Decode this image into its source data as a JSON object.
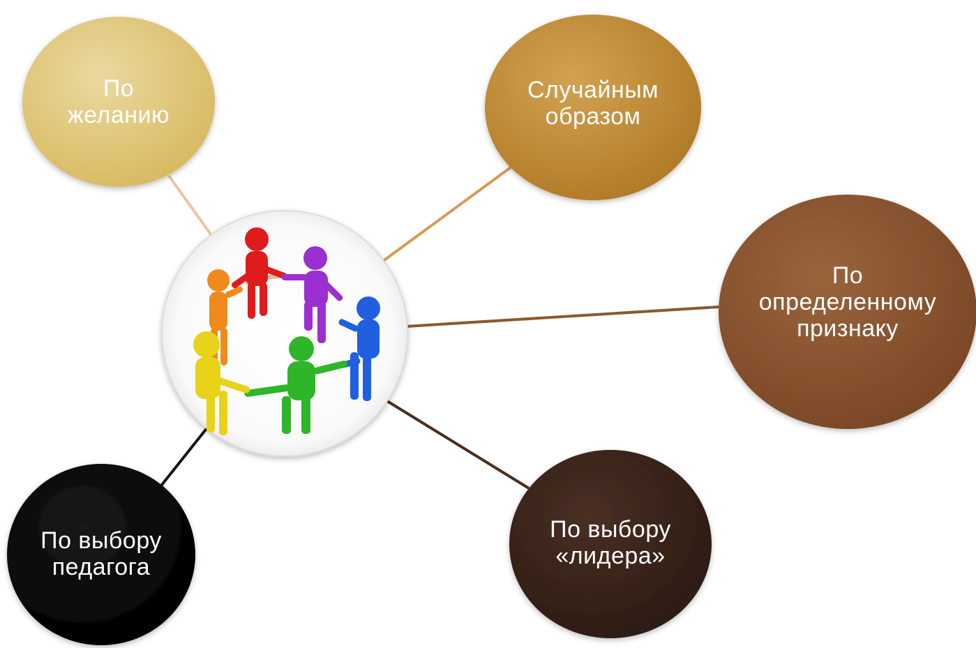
{
  "center": {
    "icon": "people-circle-icon",
    "figure_colors": [
      "#e01b1b",
      "#9b2fd1",
      "#1f5fe0",
      "#2fb52a",
      "#e8d21a",
      "#f08a1c"
    ]
  },
  "nodes": [
    {
      "id": "by-wish",
      "lines": [
        "По",
        "желанию"
      ],
      "fill": "#e2c97a",
      "text_color": "#ffffff"
    },
    {
      "id": "randomly",
      "lines": [
        "Случайным",
        "образом"
      ],
      "fill": "#c58f34",
      "text_color": "#ffffff"
    },
    {
      "id": "by-attribute",
      "lines": [
        "По",
        "определенному",
        "признаку"
      ],
      "fill": "#8c5530",
      "text_color": "#ffffff"
    },
    {
      "id": "by-leader",
      "lines": [
        "По выбору",
        "«лидера»"
      ],
      "fill": "#3a241b",
      "text_color": "#ffffff"
    },
    {
      "id": "by-teacher",
      "lines": [
        "По выбору",
        "педагога"
      ],
      "fill": "#050505",
      "text_color": "#ffffff"
    }
  ],
  "connector_colors": [
    "#e9c6a0",
    "#d79a55",
    "#8a5a2e",
    "#4a2e1c",
    "#111111"
  ]
}
